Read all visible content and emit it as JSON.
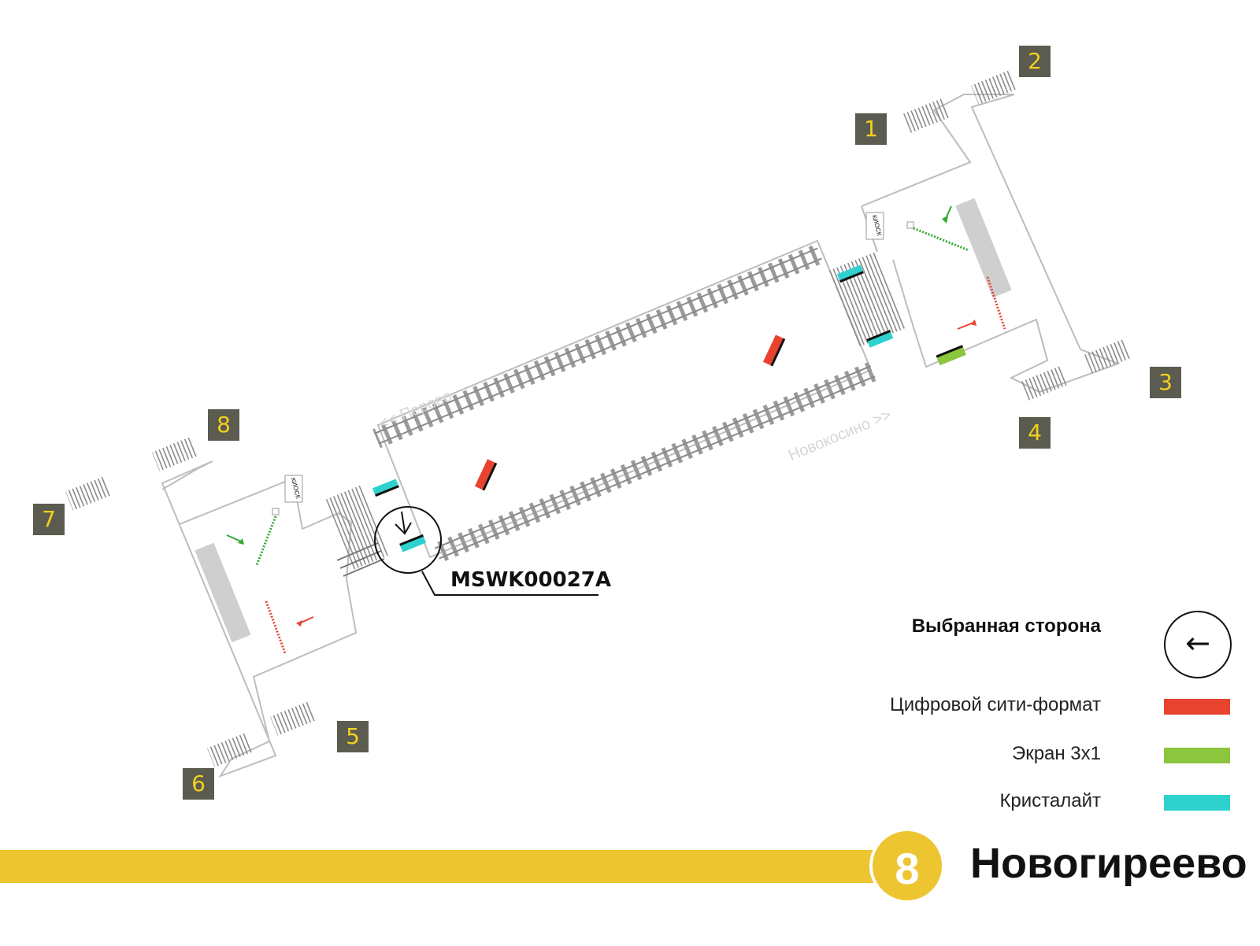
{
  "exits": [
    {
      "label": "1"
    },
    {
      "label": "2"
    },
    {
      "label": "3"
    },
    {
      "label": "4"
    },
    {
      "label": "5"
    },
    {
      "label": "6"
    },
    {
      "label": "7"
    },
    {
      "label": "8"
    }
  ],
  "directions": {
    "left": "<< Перово",
    "right": "Новокосино >>"
  },
  "kiosk_label": "КИОСК",
  "selected_code": "MSWK00027A",
  "legend": {
    "title": "Выбранная сторона",
    "selected_icon": "arrow-left-icon",
    "items": [
      {
        "label": "Цифровой сити-формат",
        "color": "#e8432f"
      },
      {
        "label": "Экран 3x1",
        "color": "#8cc63f"
      },
      {
        "label": "Кристалайт",
        "color": "#2fd1cf"
      }
    ]
  },
  "line": {
    "number": "8",
    "station": "Новогиреево",
    "color": "#ecc530"
  }
}
